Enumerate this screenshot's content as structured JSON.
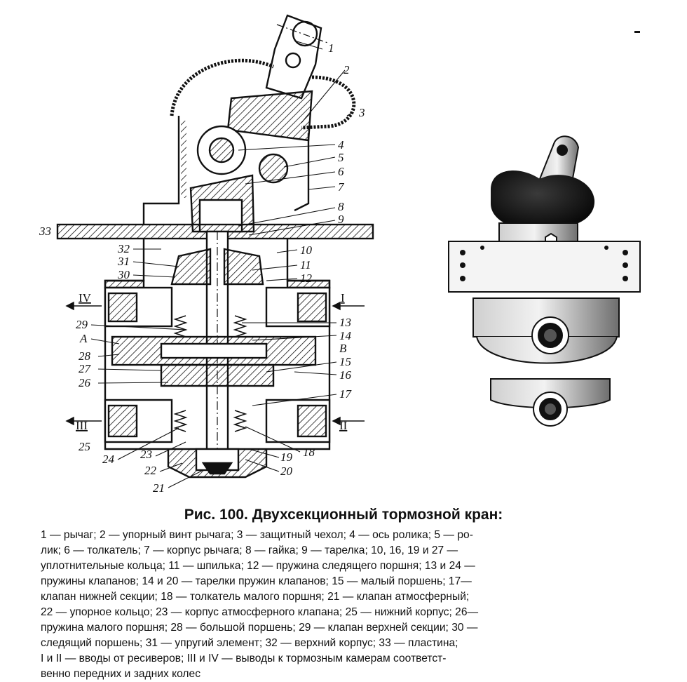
{
  "figure": {
    "callouts_right": [
      "1",
      "2",
      "3",
      "4",
      "5",
      "6",
      "7",
      "8",
      "9",
      "10",
      "11",
      "12",
      "13",
      "14",
      "15",
      "16",
      "17",
      "18",
      "19",
      "20"
    ],
    "callouts_left": [
      "32",
      "31",
      "30",
      "29",
      "A",
      "28",
      "27",
      "26",
      "25",
      "24",
      "23",
      "22",
      "21"
    ],
    "callout_33": "33",
    "callout_B": "B",
    "ports": {
      "I": "I",
      "II": "II",
      "III": "III",
      "IV": "IV"
    }
  },
  "caption": {
    "title": "Рис. 100. Двухсекционный тормозной кран:",
    "legend_lines": [
      "1 — рычаг; 2 — упорный винт рычага; 3 — защитный чехол; 4 — ось ролика; 5 — ро-",
      "лик; 6 — толкатель; 7 — корпус рычага; 8 — гайка; 9 — тарелка; 10, 16, 19 и 27 —",
      "уплотнительные кольца; 11 — шпилька; 12 — пружина следящего поршня; 13 и 24 —",
      "пружины клапанов; 14 и 20 — тарелки пружин клапанов; 15 — малый поршень; 17—",
      "клапан нижней секции; 18 — толкатель малого поршня; 21 — клапан атмосферный;",
      "22 — упорное кольцо; 23 — корпус атмосферного клапана; 25 — нижний корпус; 26—",
      "пружина малого поршня; 28 — большой поршень; 29 — клапан верхней секции; 30 —",
      "следящий поршень; 31 — упругий элемент; 32 — верхний корпус; 33 — пластина;",
      "I и II — вводы от ресиверов; III и IV — выводы к тормозным камерам соответст-",
      "венно передних и задних колес"
    ]
  }
}
